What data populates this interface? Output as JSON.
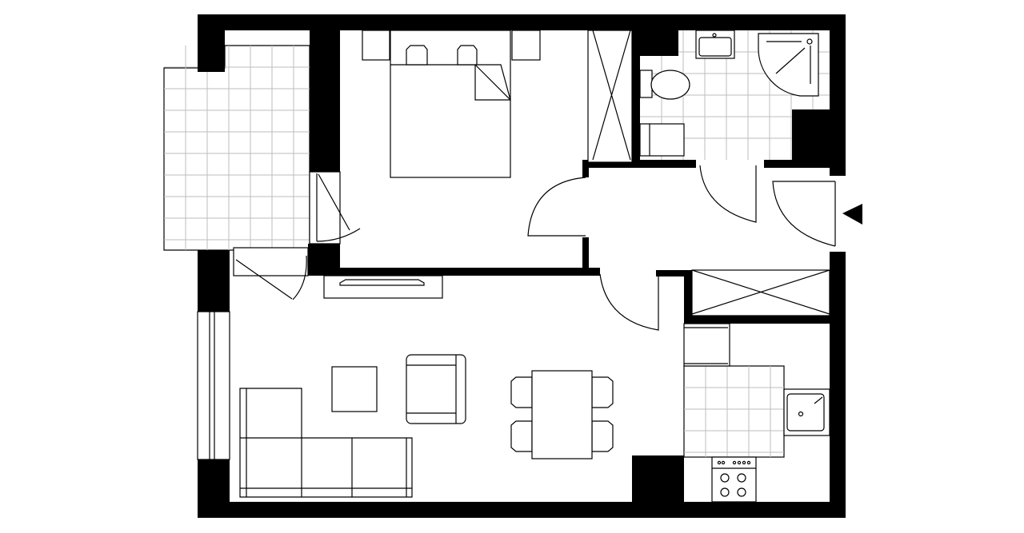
{
  "plan": {
    "colors": {
      "wall": "#000000",
      "background": "#ffffff",
      "tile_grid": "#bdbdbd"
    },
    "rooms": [
      "balcony",
      "bedroom",
      "bathroom",
      "hall",
      "living-room",
      "kitchen"
    ],
    "icons": {
      "entrance": "triangle-left-icon"
    }
  }
}
